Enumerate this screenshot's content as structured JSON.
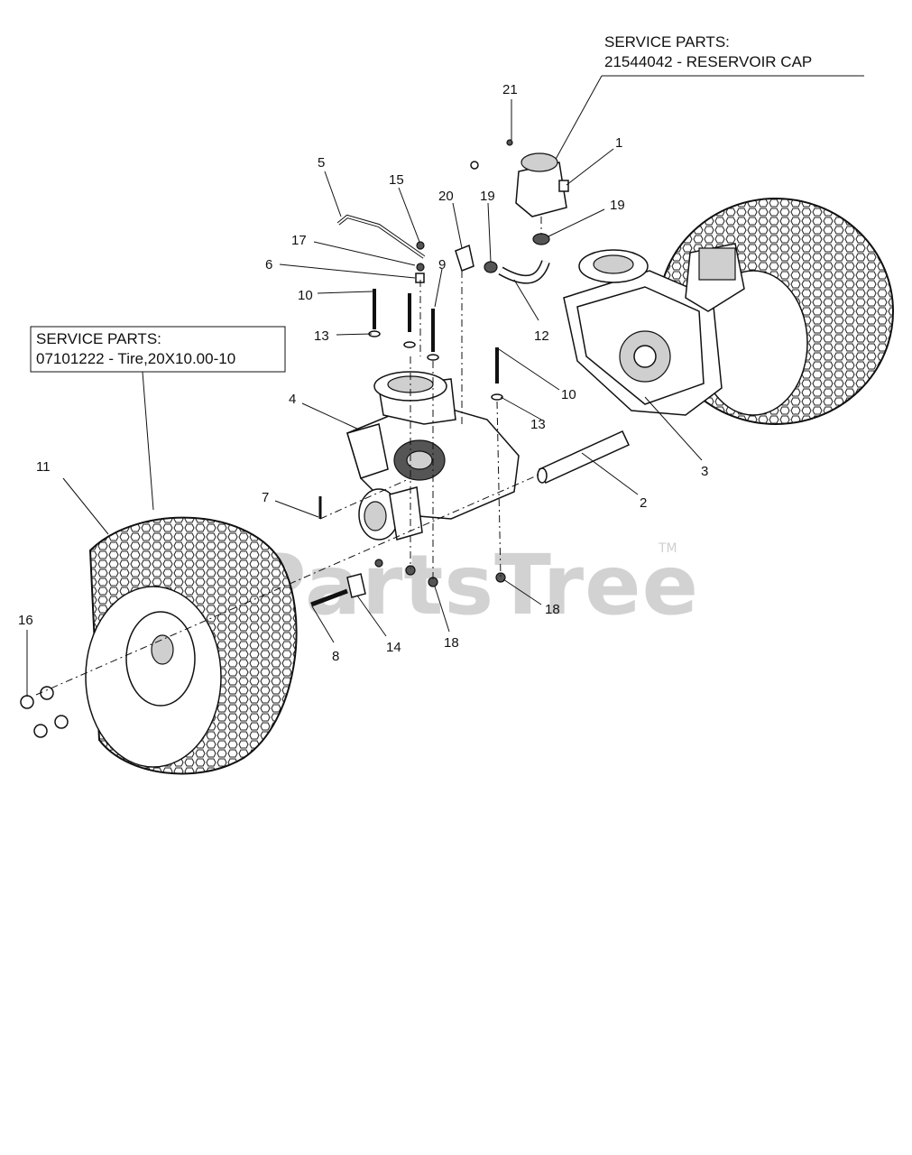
{
  "service_box_top": {
    "line1": "SERVICE PARTS:",
    "line2": "21544042 - RESERVOIR CAP"
  },
  "service_box_left": {
    "line1": "SERVICE PARTS:",
    "line2": "07101222 - Tire,20X10.00-10"
  },
  "callouts": {
    "c1": "1",
    "c2": "2",
    "c3": "3",
    "c4": "4",
    "c5": "5",
    "c6": "6",
    "c7": "7",
    "c8": "8",
    "c9": "9",
    "c10a": "10",
    "c10b": "10",
    "c11": "11",
    "c12": "12",
    "c13a": "13",
    "c13b": "13",
    "c14": "14",
    "c15": "15",
    "c16": "16",
    "c17": "17",
    "c18a": "18",
    "c18b": "18",
    "c19a": "19",
    "c19b": "19",
    "c20": "20",
    "c21": "21"
  },
  "watermark": {
    "text": "PartsTree",
    "tm": "TM"
  }
}
